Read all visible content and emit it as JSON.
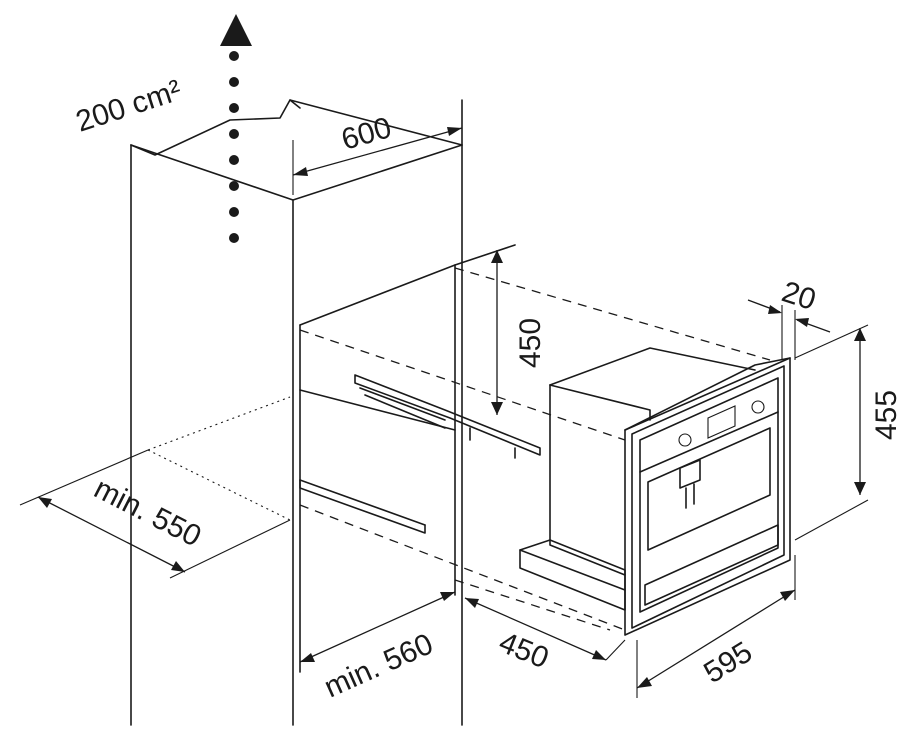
{
  "labels": {
    "vent_area": "200 cm²",
    "cabinet_width": "600",
    "niche_height": "450",
    "panel_offset": "20",
    "appliance_height": "455",
    "side_depth": "min. 550",
    "niche_depth": "min. 560",
    "appliance_depth": "450",
    "appliance_width": "595"
  },
  "icons": {
    "airflow": "airflow-up-arrow-icon"
  }
}
